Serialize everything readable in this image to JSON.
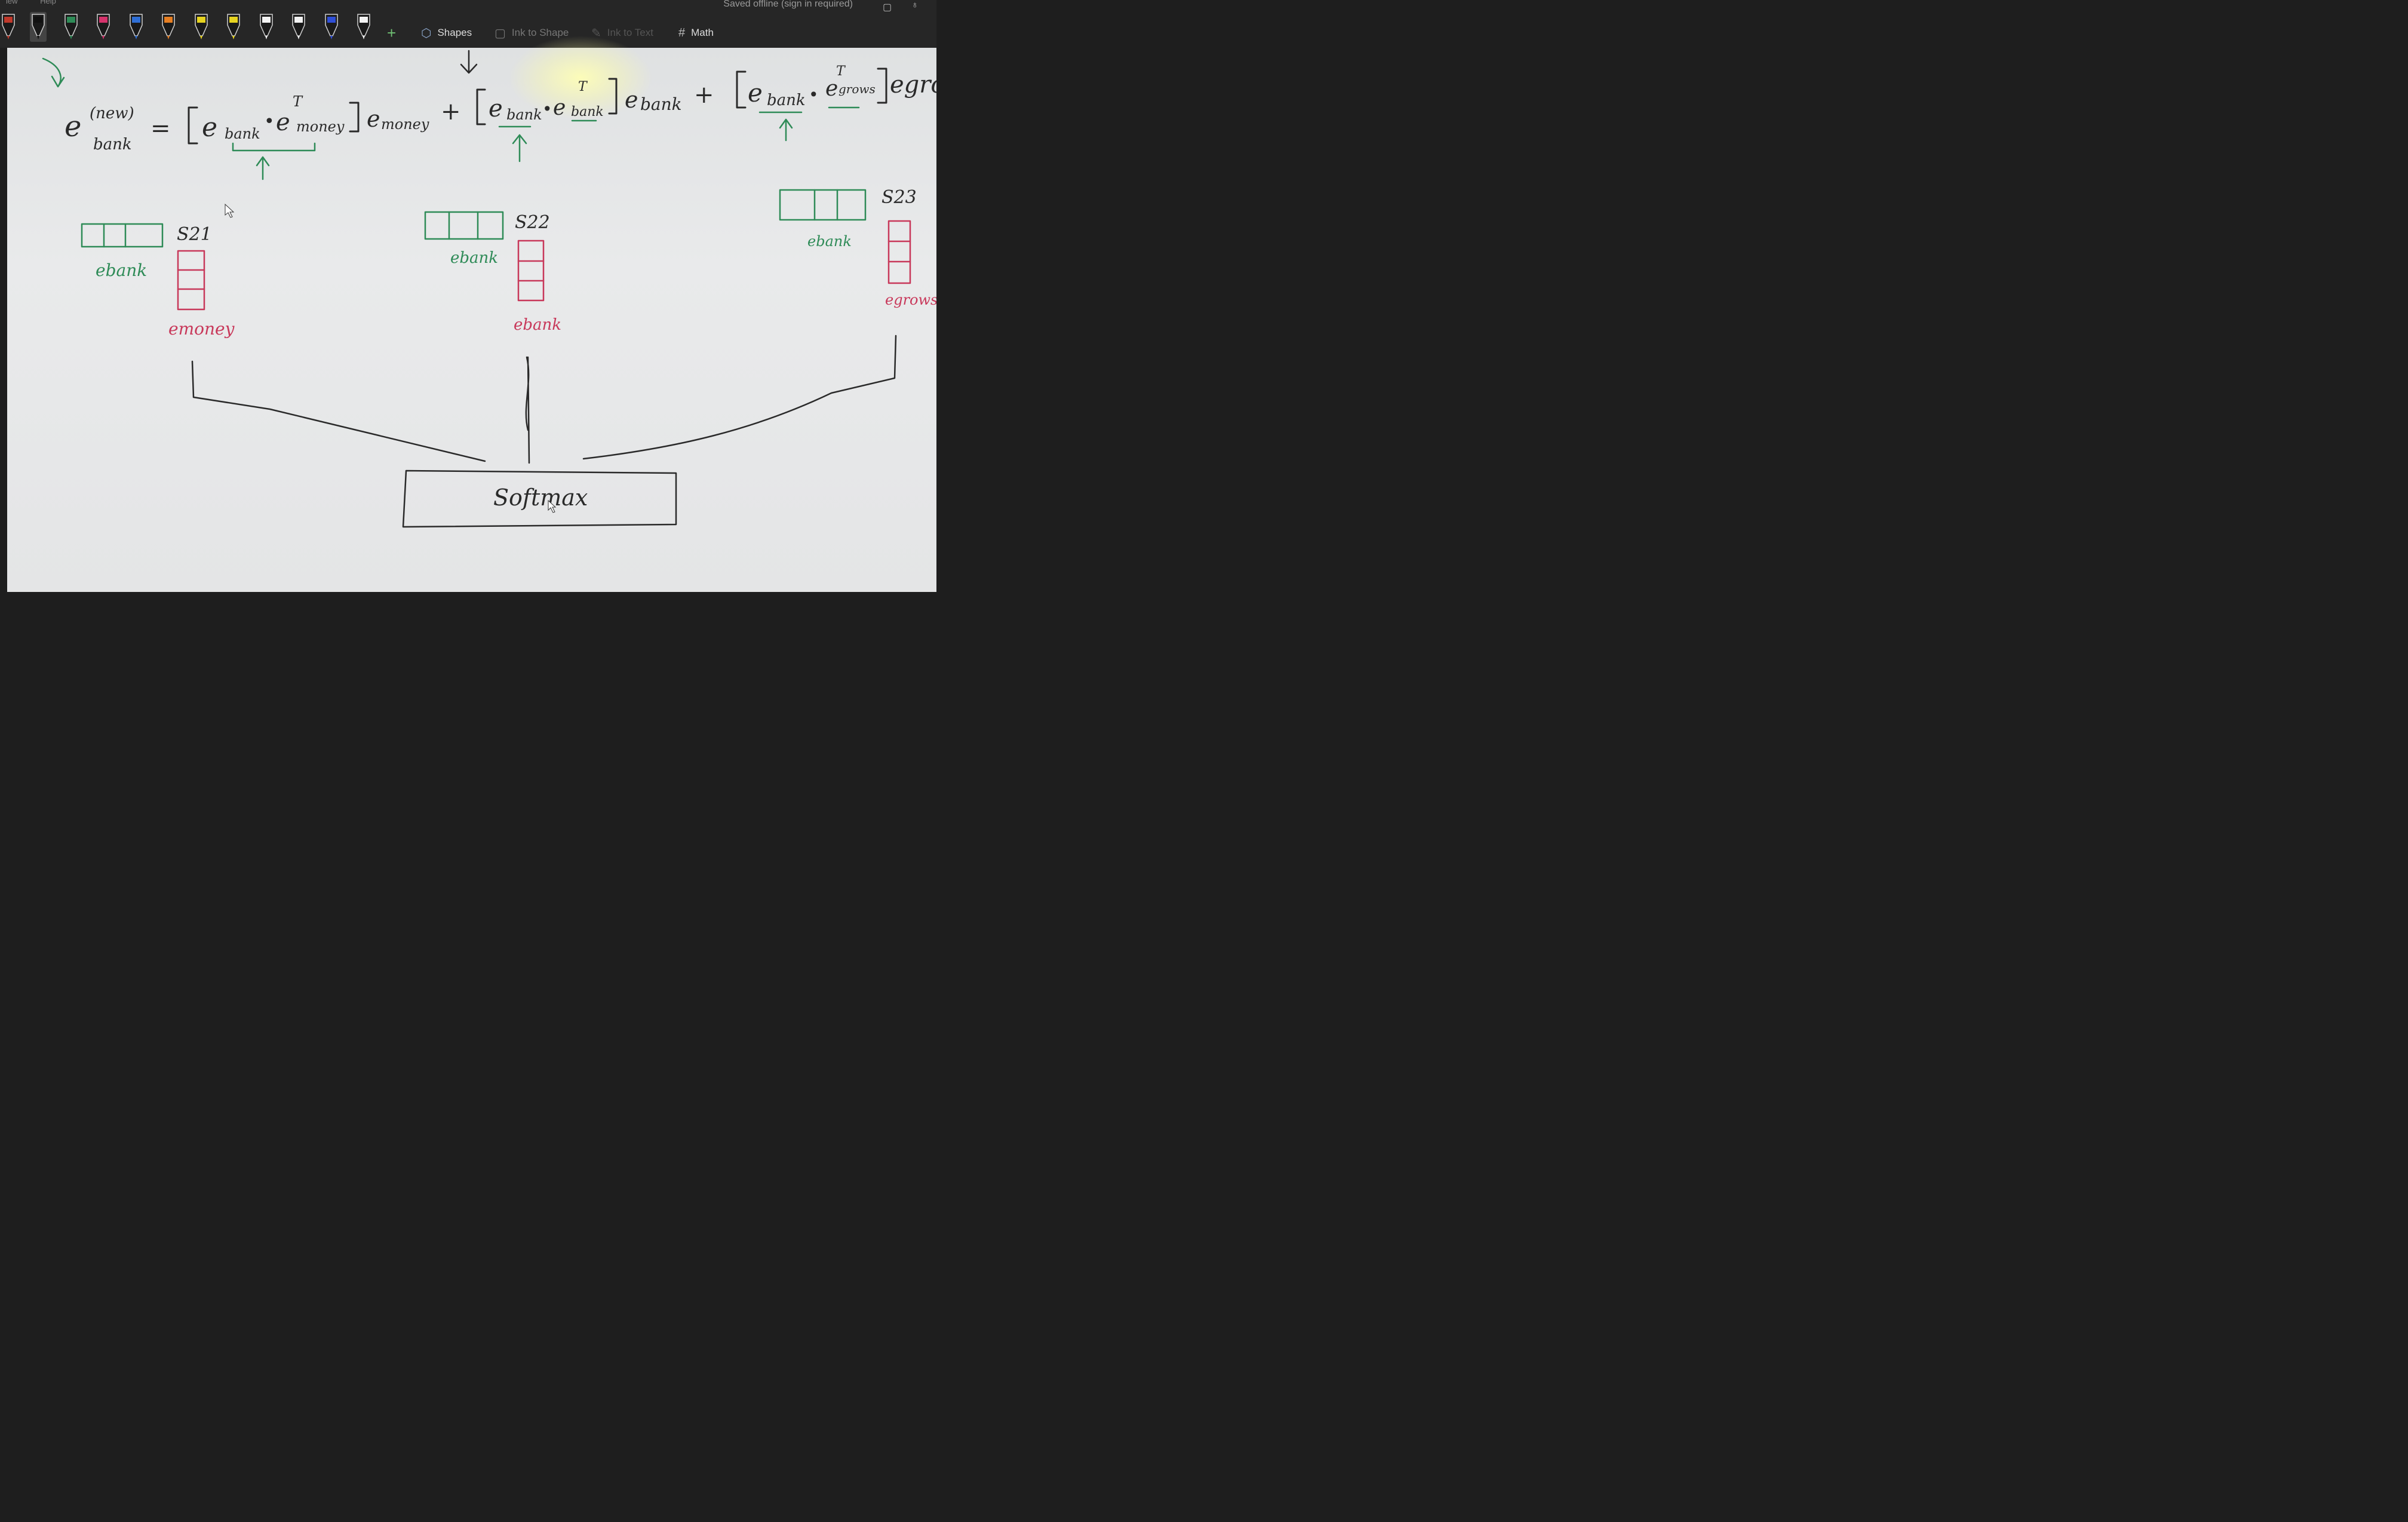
{
  "menu": {
    "tabs": [
      "iew",
      "Help"
    ]
  },
  "toolbar": {
    "pens": [
      {
        "name": "pen-multicolor",
        "color": "#c0392b"
      },
      {
        "name": "pen-black",
        "color": "#111111"
      },
      {
        "name": "pen-green",
        "color": "#2e8b57"
      },
      {
        "name": "pen-pink",
        "color": "#d6336c"
      },
      {
        "name": "pen-blue",
        "color": "#2f6fd6"
      },
      {
        "name": "pen-orange",
        "color": "#e67e22"
      },
      {
        "name": "pen-yellow",
        "color": "#e6d320"
      },
      {
        "name": "pen-yellow-2",
        "color": "#e6d320"
      },
      {
        "name": "highlighter-white",
        "color": "#f2f2f2"
      },
      {
        "name": "pen-white",
        "color": "#f2f2f2"
      },
      {
        "name": "pen-navy",
        "color": "#2f4fd6"
      },
      {
        "name": "pen-white-2",
        "color": "#f2f2f2"
      }
    ],
    "add_pen_label": "+",
    "shapes_label": "Shapes",
    "ink_to_shape_label": "Ink to Shape",
    "ink_to_text_label": "Ink to Text",
    "math_label": "Math",
    "status": "Saved offline (sign in required)"
  },
  "canvas": {
    "equation": {
      "lhs_base": "e",
      "lhs_sup": "(new)",
      "lhs_sub": "bank",
      "equals": "=",
      "t1_ebank_sub": "bank",
      "t1_emoney_sub": "money",
      "t1_emoney_sup": "T",
      "t1_weight": "e",
      "t1_weight_sub": "money",
      "plus": "+",
      "t2_ebank_sub": "bank",
      "t2_sup": "T",
      "t2_weight_sub": "bank",
      "t3_ebank_sub": "bank",
      "t3_sup": "T",
      "t3_egrows_sub": "grows",
      "t3_trailing": "egro"
    },
    "groups": [
      {
        "score": "S21",
        "green_label": "ebank",
        "red_label": "emoney"
      },
      {
        "score": "S22",
        "green_label": "ebank",
        "red_label": "ebank"
      },
      {
        "score": "S23",
        "green_label": "ebank",
        "red_label": "egrows"
      }
    ],
    "softmax_label": "Softmax",
    "colors": {
      "ink": "#2a2a2a",
      "green": "#2e8b57",
      "red": "#c8385a"
    }
  }
}
